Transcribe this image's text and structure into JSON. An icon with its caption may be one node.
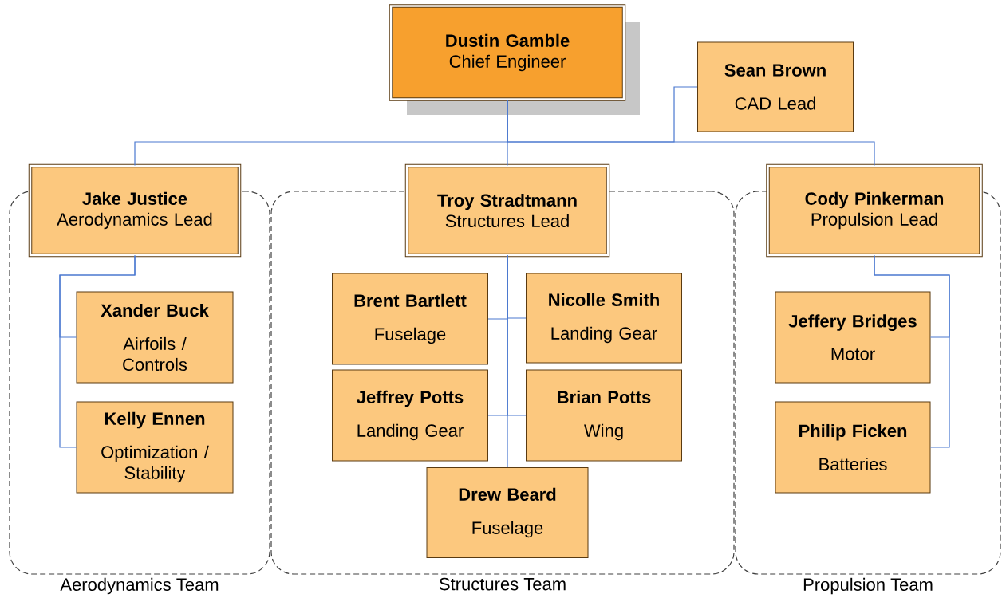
{
  "diagram": {
    "nodes": [
      {
        "text": [
          "Dustin Gamble",
          "Chief Engineer"
        ]
      },
      {
        "text": [
          "Sean Brown",
          "CAD Lead"
        ]
      },
      {
        "text": [
          "Aerodynamics Team"
        ]
      },
      {
        "text": [
          "Jake Justice",
          "Aerodynamics Lead"
        ]
      },
      {
        "text": [
          "Xander Buck",
          "Airfoils / Controls"
        ],
        "in": 2
      },
      {
        "text": [
          "Kelly Ennen",
          "Optimization / Stability"
        ],
        "in": 2
      },
      {
        "text": [
          "Structures Team"
        ]
      },
      {
        "text": [
          "Troy Stradtmann",
          "Structures Lead"
        ]
      },
      {
        "text": [
          "Brent Bartlett",
          "Fuselage"
        ],
        "in": 6
      },
      {
        "text": [
          "Nicolle Smith",
          "Landing Gear"
        ],
        "in": 6
      },
      {
        "text": [
          "Jeffrey Potts",
          "Landing Gear"
        ],
        "in": 6
      },
      {
        "text": [
          "Brian Potts",
          "Wing"
        ],
        "in": 6
      },
      {
        "text": [
          "Drew Beard",
          "Fuselage"
        ],
        "in": 6
      },
      {
        "text": [
          "Propulsion Team"
        ]
      },
      {
        "text": [
          "Cody Pinkerman",
          "Propulsion Lead"
        ]
      },
      {
        "text": [
          "Jeffery Bridges",
          "Motor"
        ],
        "in": 13
      },
      {
        "text": [
          "Philip Ficken",
          "Batteries"
        ],
        "in": 13
      }
    ],
    "edges": [
      {
        "from": 0,
        "to": 1,
        "arrow": "none"
      },
      {
        "from": 0,
        "to": 3,
        "arrow": "none"
      },
      {
        "from": 0,
        "to": 7,
        "arrow": "none"
      },
      {
        "from": 0,
        "to": 14,
        "arrow": "none"
      },
      {
        "from": 3,
        "to": 4,
        "arrow": "none"
      },
      {
        "from": 3,
        "to": 5,
        "arrow": "none"
      },
      {
        "from": 7,
        "to": 8,
        "arrow": "none"
      },
      {
        "from": 7,
        "to": 9,
        "arrow": "none"
      },
      {
        "from": 7,
        "to": 10,
        "arrow": "none"
      },
      {
        "from": 7,
        "to": 11,
        "arrow": "none"
      },
      {
        "from": 7,
        "to": 12,
        "arrow": "none"
      },
      {
        "from": 14,
        "to": 15,
        "arrow": "none"
      },
      {
        "from": 14,
        "to": 16,
        "arrow": "none"
      }
    ]
  }
}
